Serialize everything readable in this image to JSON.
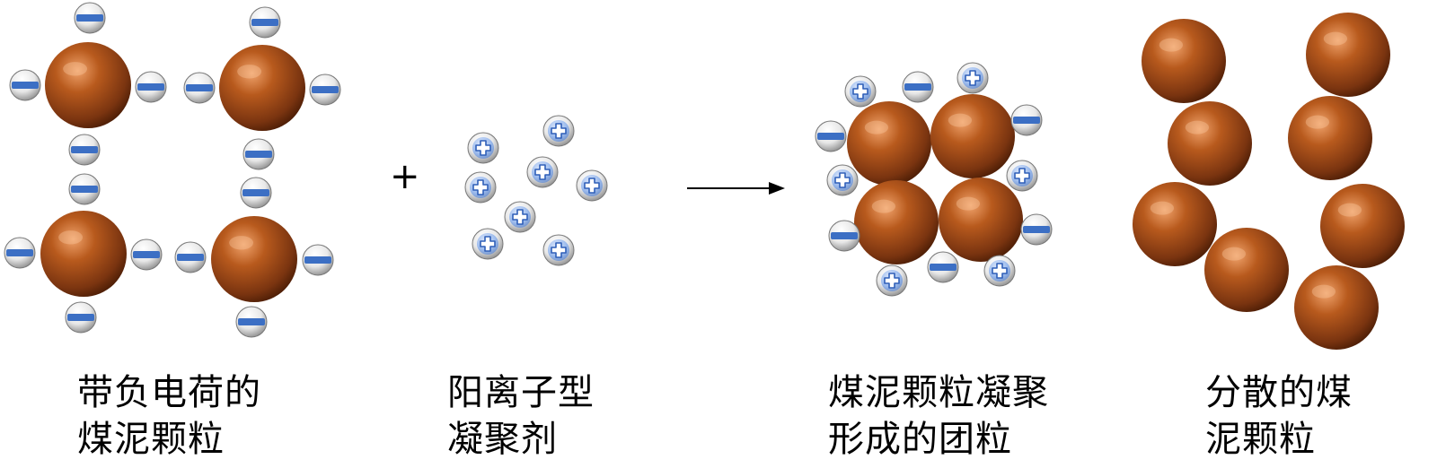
{
  "operator_plus": "+",
  "captions": {
    "negative_particles": {
      "line1": "带负电荷的",
      "line2": "煤泥颗粒"
    },
    "cationic_flocculant": {
      "line1": "阳离子型",
      "line2": "凝聚剂"
    },
    "flocs": {
      "line1": "煤泥颗粒凝聚",
      "line2": "形成的团粒"
    },
    "dispersed": {
      "line1": "分散的煤",
      "line2": "泥颗粒"
    }
  },
  "colors": {
    "particle": "#b5581c",
    "particle_dark": "#5a2408",
    "particle_light": "#e3915a",
    "ion_fill": "#ffffff",
    "ion_shade": "#9a9a9a",
    "negative_bar": "#3c6fc4",
    "positive_fill": "#8fb1ea",
    "positive_sign": "#2f5fb8"
  }
}
